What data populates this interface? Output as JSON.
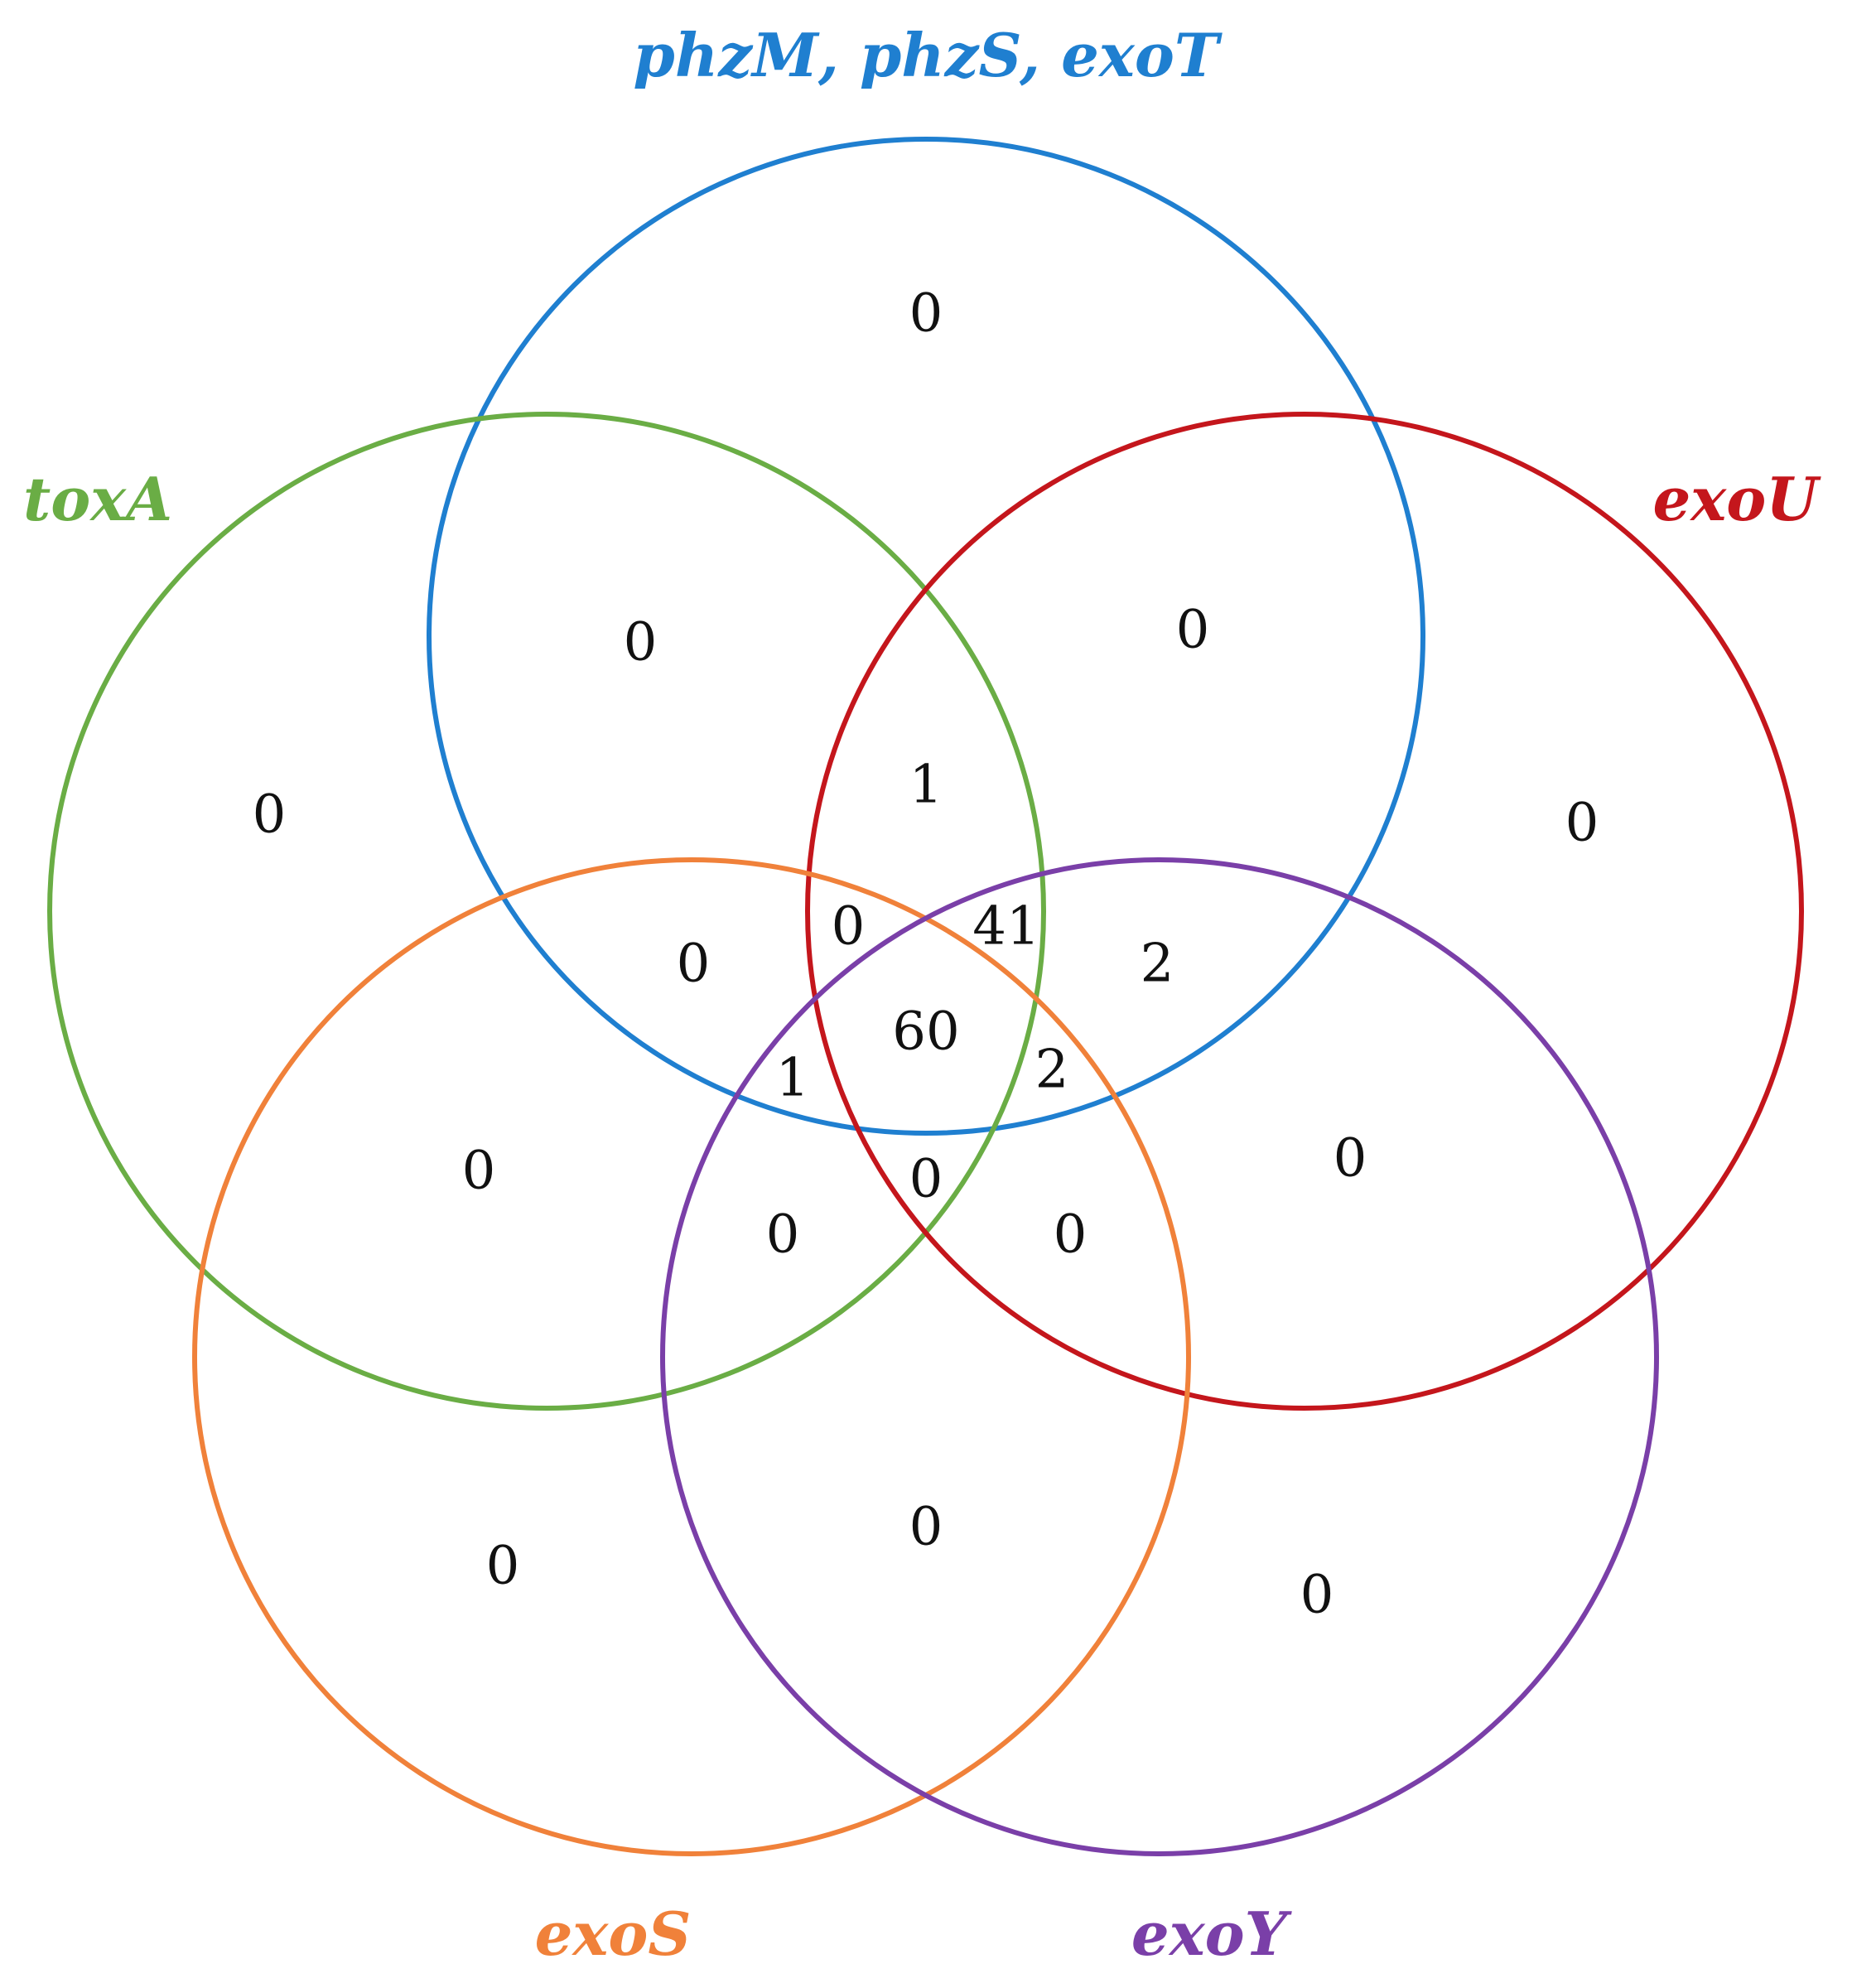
{
  "sets": [
    {
      "id": "phz",
      "label": "phzM, phzS, exoT",
      "color": "#1f7fd0"
    },
    {
      "id": "toxA",
      "label": "toxA",
      "color": "#6aad45"
    },
    {
      "id": "exoU",
      "label": "exoU",
      "color": "#c4161c"
    },
    {
      "id": "exoS",
      "label": "exoS",
      "color": "#f0813a"
    },
    {
      "id": "exoY",
      "label": "exoY",
      "color": "#7a3fa8"
    }
  ],
  "chart_data": {
    "type": "venn",
    "sets": [
      "phzM, phzS, exoT",
      "toxA",
      "exoU",
      "exoS",
      "exoY"
    ],
    "regions": [
      {
        "sets": [
          "phzM, phzS, exoT"
        ],
        "value": "0"
      },
      {
        "sets": [
          "toxA"
        ],
        "value": "0"
      },
      {
        "sets": [
          "exoU"
        ],
        "value": "0"
      },
      {
        "sets": [
          "exoS"
        ],
        "value": "0"
      },
      {
        "sets": [
          "exoY"
        ],
        "value": "0"
      },
      {
        "sets": [
          "phzM, phzS, exoT",
          "toxA"
        ],
        "value": "0"
      },
      {
        "sets": [
          "phzM, phzS, exoT",
          "exoU"
        ],
        "value": "0"
      },
      {
        "sets": [
          "phzM, phzS, exoT",
          "toxA",
          "exoU"
        ],
        "value": "1"
      },
      {
        "sets": [
          "phzM, phzS, exoT",
          "toxA",
          "exoS"
        ],
        "value": "0"
      },
      {
        "sets": [
          "phzM, phzS, exoT",
          "toxA",
          "exoU",
          "exoS"
        ],
        "value": "0"
      },
      {
        "sets": [
          "phzM, phzS, exoT",
          "toxA",
          "exoU",
          "exoY"
        ],
        "value": "41"
      },
      {
        "sets": [
          "phzM, phzS, exoT",
          "exoU",
          "exoY"
        ],
        "value": "2"
      },
      {
        "sets": [
          "phzM, phzS, exoT",
          "toxA",
          "exoU",
          "exoS",
          "exoY"
        ],
        "value": "60"
      },
      {
        "sets": [
          "phzM, phzS, exoT",
          "toxA",
          "exoS",
          "exoY"
        ],
        "value": "1"
      },
      {
        "sets": [
          "phzM, phzS, exoT",
          "exoU",
          "exoS",
          "exoY"
        ],
        "value": "2"
      },
      {
        "sets": [
          "toxA",
          "exoS"
        ],
        "value": "0"
      },
      {
        "sets": [
          "toxA",
          "exoU",
          "exoS",
          "exoY"
        ],
        "value": "0"
      },
      {
        "sets": [
          "exoU",
          "exoY"
        ],
        "value": "0"
      },
      {
        "sets": [
          "toxA",
          "exoS",
          "exoY"
        ],
        "value": "0"
      },
      {
        "sets": [
          "exoU",
          "exoS",
          "exoY"
        ],
        "value": "0"
      },
      {
        "sets": [
          "exoS",
          "exoY"
        ],
        "value": "0"
      }
    ]
  }
}
